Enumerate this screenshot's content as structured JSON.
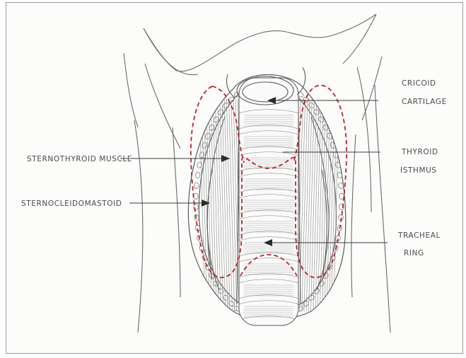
{
  "labels": {
    "cricoid_line1": "CRICOID",
    "cricoid_line2": "CARTILAGE",
    "sternothyroid": "STERNOTHYROID MUSCLE",
    "thyroid_line1": "THYROID",
    "thyroid_line2": "ISTHMUS",
    "sternocleidomastoid": "STERNOCLEIDOMASTOID",
    "tracheal_line1": "TRACHEAL",
    "tracheal_line2": "RING"
  },
  "colors": {
    "ink": "#5a5a5a",
    "dashed_outline": "#b8242c"
  }
}
